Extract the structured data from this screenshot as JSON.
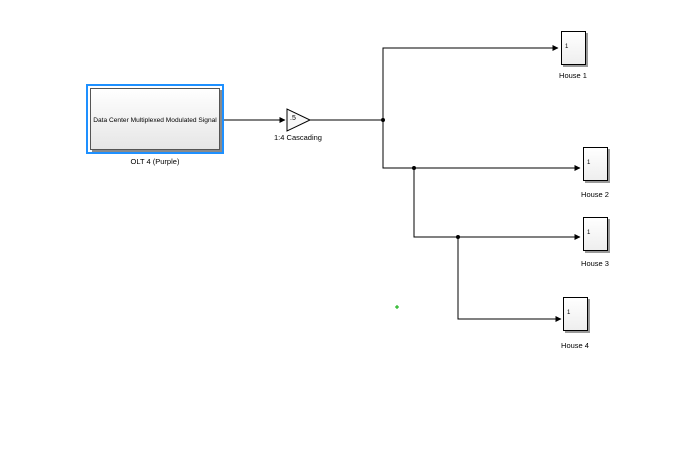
{
  "diagram": {
    "subsystem": {
      "text": "Data Center Multiplexed Modulated Signal",
      "label": "OLT 4 (Purple)"
    },
    "gain": {
      "value": ".5",
      "label": "1:4 Cascading"
    },
    "houses": [
      {
        "label": "House 1",
        "port": "1"
      },
      {
        "label": "House 2",
        "port": "1"
      },
      {
        "label": "House 3",
        "port": "1"
      },
      {
        "label": "House 4",
        "port": "1"
      }
    ],
    "colors": {
      "selection": "#1e90ff",
      "line": "#000000",
      "marker": "#00aa00"
    }
  }
}
